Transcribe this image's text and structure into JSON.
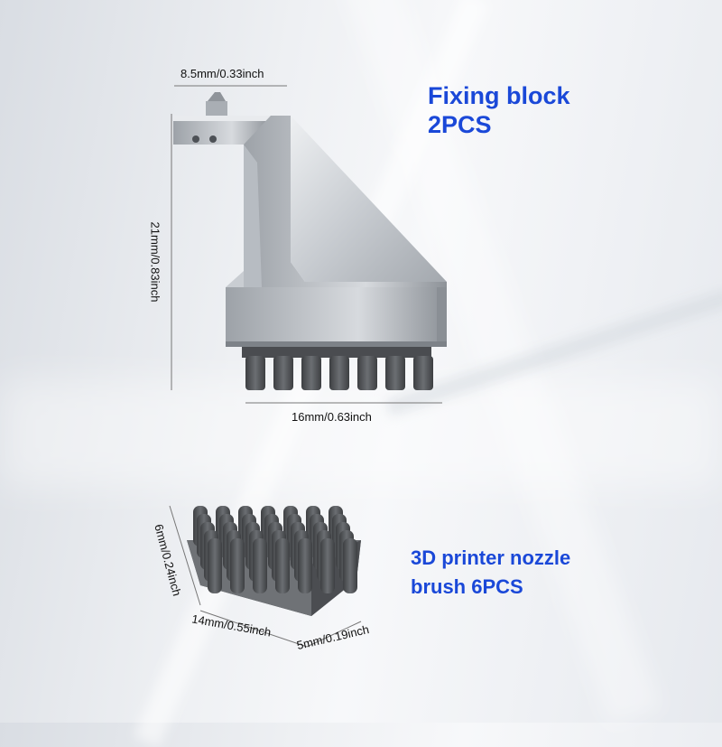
{
  "fixing_block": {
    "title_line1": "Fixing block",
    "title_line2": "2PCS",
    "dim_top": "8.5mm/0.33inch",
    "dim_height": "21mm/0.83inch",
    "dim_width": "16mm/0.63inch"
  },
  "nozzle_brush": {
    "title_line1": "3D printer nozzle",
    "title_line2": "brush 6PCS",
    "dim_height": "6mm/0.24inch",
    "dim_length": "14mm/0.55inch",
    "dim_width": "5mm/0.19inch"
  },
  "colors": {
    "accent_blue": "#1a48d8",
    "metal": "#b9bec5",
    "bristle": "#55585c"
  }
}
